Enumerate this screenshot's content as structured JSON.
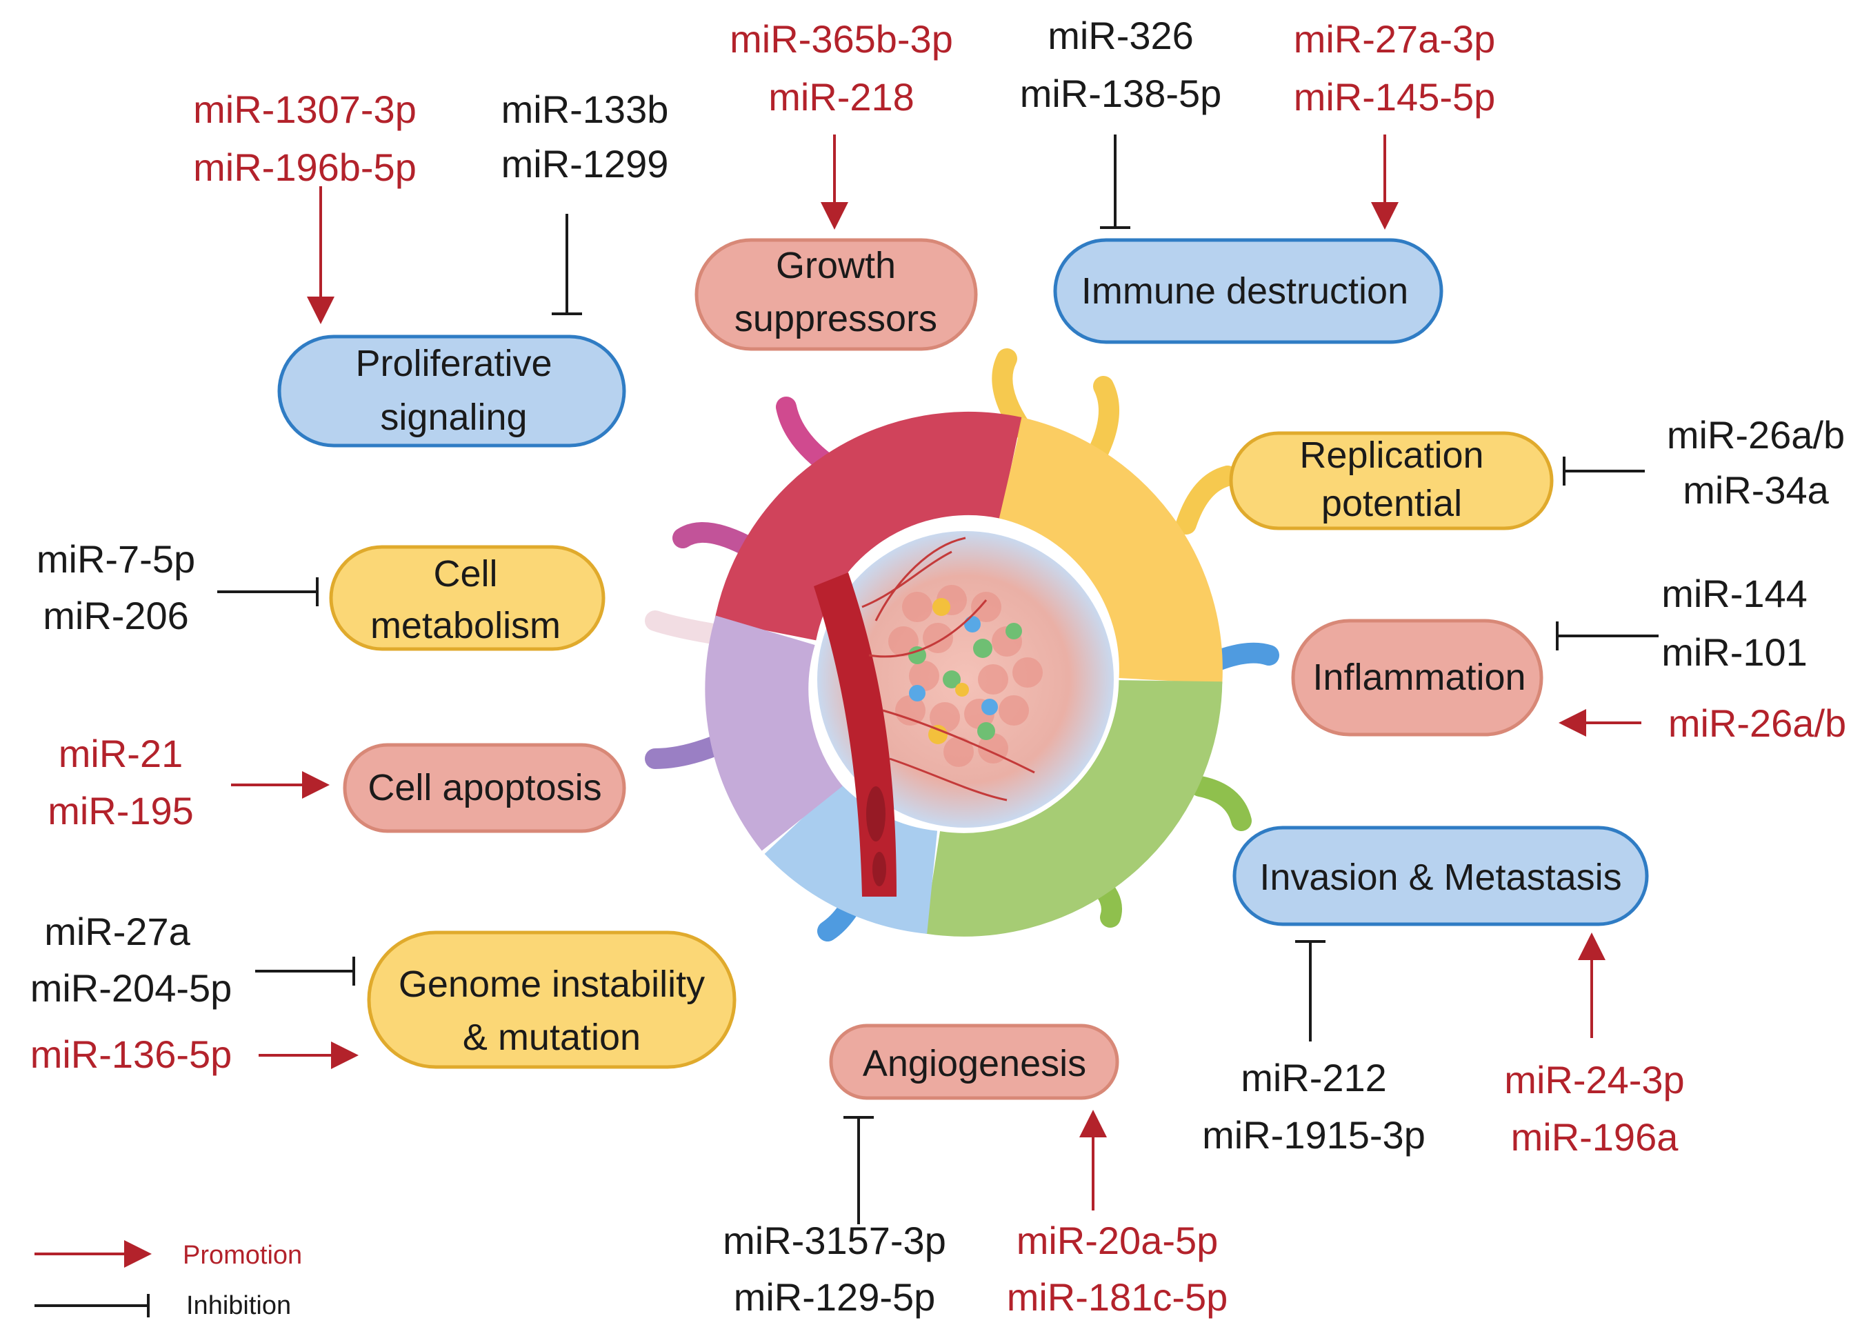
{
  "colors": {
    "promotion": "#b3222b",
    "inhibition": "#1a1a1a",
    "blue_fill": "#b7d2ef",
    "blue_stroke": "#2f7cc4",
    "salmon_fill": "#ecaaa0",
    "salmon_stroke": "#d88877",
    "yellow_fill": "#fbd776",
    "yellow_stroke": "#e0aa2c"
  },
  "hallmarks": {
    "proliferative": [
      "Proliferative",
      "signaling"
    ],
    "growth": [
      "Growth",
      "suppressors"
    ],
    "immune": [
      "Immune destruction"
    ],
    "replication": [
      "Replication",
      "potential"
    ],
    "metabolism": [
      "Cell",
      "metabolism"
    ],
    "inflammation": [
      "Inflammation"
    ],
    "apoptosis": [
      "Cell apoptosis"
    ],
    "invasion": [
      "Invasion & Metastasis"
    ],
    "genome": [
      "Genome instability",
      "& mutation"
    ],
    "angiogenesis": [
      "Angiogenesis"
    ]
  },
  "mirnas": {
    "prolif_promo": [
      "miR-1307-3p",
      "miR-196b-5p"
    ],
    "prolif_inhib": [
      "miR-133b",
      "miR-1299"
    ],
    "growth_promo": [
      "miR-365b-3p",
      "miR-218"
    ],
    "immune_inhib": [
      "miR-326",
      "miR-138-5p"
    ],
    "immune_promo": [
      "miR-27a-3p",
      "miR-145-5p"
    ],
    "replication_inhib": [
      "miR-26a/b",
      "miR-34a"
    ],
    "metabolism_inhib": [
      "miR-7-5p",
      "miR-206"
    ],
    "inflam_inhib": [
      "miR-144",
      "miR-101"
    ],
    "inflam_promo": [
      "miR-26a/b"
    ],
    "apoptosis_promo": [
      "miR-21",
      "miR-195"
    ],
    "genome_inhib": [
      "miR-27a",
      "miR-204-5p"
    ],
    "genome_promo": [
      "miR-136-5p"
    ],
    "invasion_inhib": [
      "miR-212",
      "miR-1915-3p"
    ],
    "invasion_promo": [
      "miR-24-3p",
      "miR-196a"
    ],
    "angio_inhib": [
      "miR-3157-3p",
      "miR-129-5p"
    ],
    "angio_promo": [
      "miR-20a-5p",
      "miR-181c-5p"
    ]
  },
  "legend": {
    "promotion": "Promotion",
    "inhibition": "Inhibition"
  }
}
